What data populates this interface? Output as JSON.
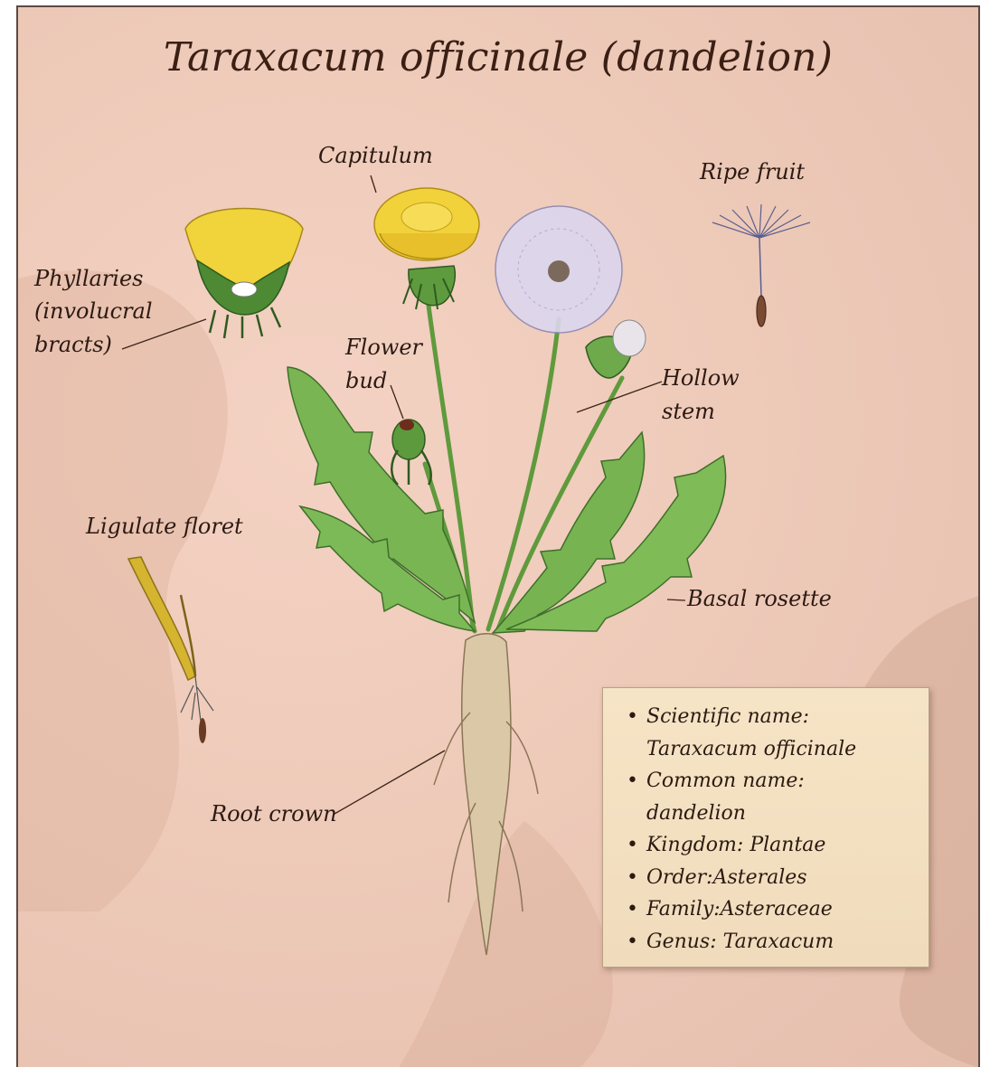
{
  "title": "Taraxacum officinale (dandelion)",
  "labels": {
    "capitulum": "Capitulum",
    "ripe_fruit": "Ripe fruit",
    "phyllaries_1": "Phyllaries",
    "phyllaries_2": "(involucral",
    "phyllaries_3": "bracts)",
    "flower_bud_1": "Flower",
    "flower_bud_2": "bud",
    "hollow_stem_1": "Hollow",
    "hollow_stem_2": "stem",
    "ligulate_floret": "Ligulate floret",
    "basal_rosette": "Basal rosette",
    "root_crown": "Root crown"
  },
  "info_box": {
    "line_1a": "Scientific name:",
    "line_1b": "Taraxacum officinale",
    "line_2a": "Common name:",
    "line_2b": "dandelion",
    "line_3": "Kingdom: Plantae",
    "line_4": "Order:Asterales",
    "line_5": "Family:Asteraceae",
    "line_6": "Genus: Taraxacum"
  },
  "colors": {
    "background": "#eecab9",
    "ink": "#2c1a12",
    "leaf": "#6fae4a",
    "flower": "#f2d23a",
    "seedhead": "#cfc8e6",
    "root": "#d9c7a4"
  }
}
